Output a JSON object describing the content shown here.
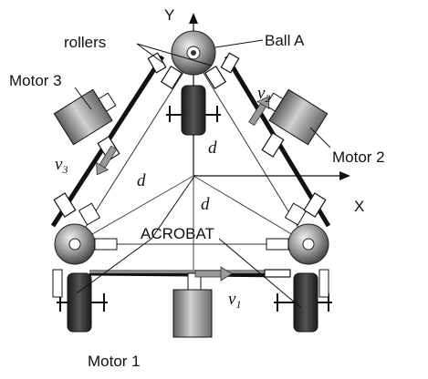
{
  "labels": {
    "y_axis": "Y",
    "x_axis": "X",
    "ball_a": "Ball A",
    "rollers": "rollers",
    "motor1": "Motor 1",
    "motor2": "Motor 2",
    "motor3": "Motor 3",
    "acrobat": "ACROBAT",
    "d": "d",
    "v": "v",
    "v1_sub": "1",
    "v2_sub": "2",
    "v3_sub": "3"
  },
  "colors": {
    "ink": "#111111",
    "motor_gray": "#9a9a9a",
    "wheel_dark": "#2b2b2b",
    "arrow_gray": "#8c8c8c"
  }
}
